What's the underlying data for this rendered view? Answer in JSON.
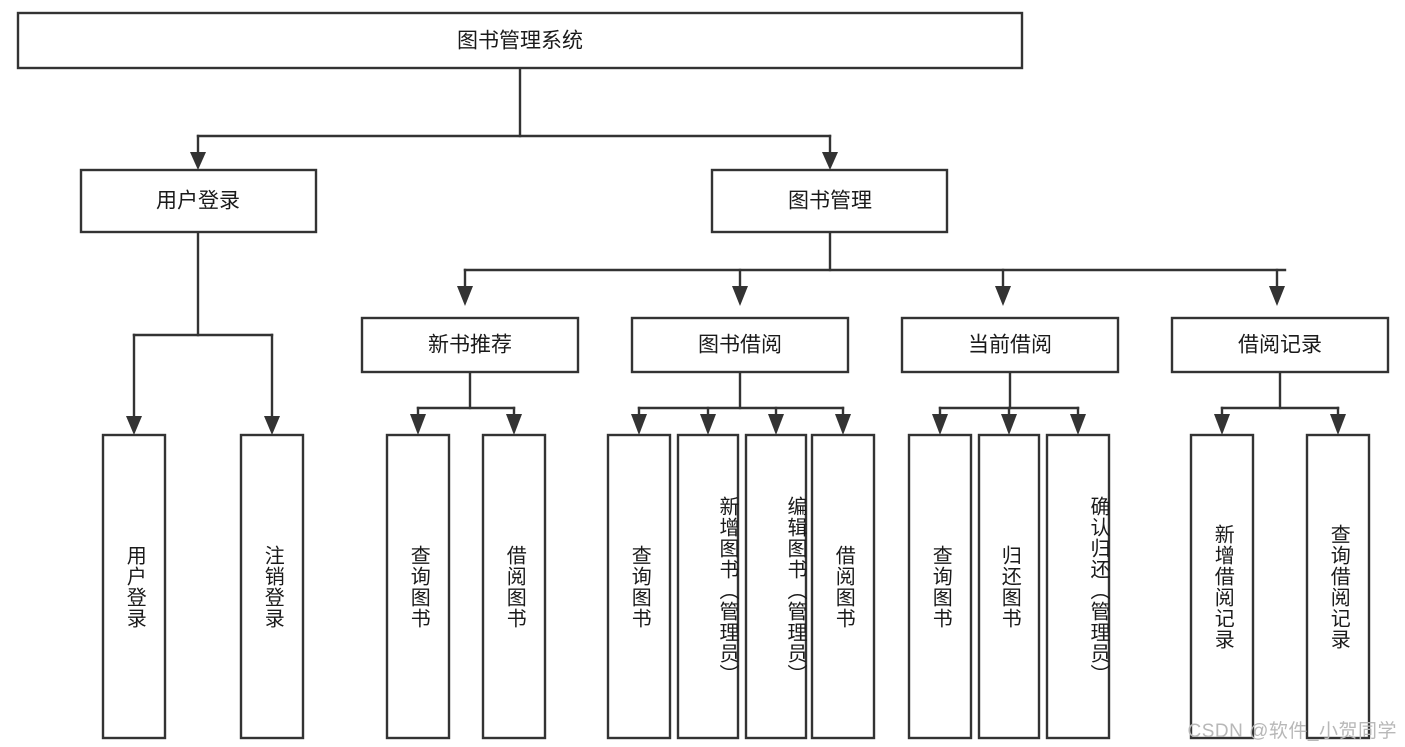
{
  "diagram": {
    "type": "tree-hierarchy",
    "title": "图书管理系统",
    "watermark": "CSDN @软件_小贺同学",
    "colors": {
      "stroke": "#333333",
      "fill": "#ffffff",
      "text": "#1a1a1a",
      "watermark": "#b8b8b8",
      "background": "#ffffff"
    },
    "levels": {
      "root": "图书管理系统",
      "level2": [
        "用户登录",
        "图书管理"
      ],
      "level3": [
        "新书推荐",
        "图书借阅",
        "当前借阅",
        "借阅记录"
      ],
      "level4": [
        "用户登录",
        "注销登录",
        "查询图书",
        "借阅图书",
        "查询图书",
        "新增图书（管理员）",
        "编辑图书（管理员）",
        "借阅图书",
        "查询图书",
        "归还图书",
        "确认归还（管理员）",
        "新增借阅记录",
        "查询借阅记录"
      ]
    },
    "nodes": {
      "root": {
        "id": "root",
        "label": "图书管理系统",
        "level": 1
      },
      "user_login": {
        "id": "user-login",
        "label": "用户登录",
        "level": 2
      },
      "book_manage": {
        "id": "book-manage",
        "label": "图书管理",
        "level": 2
      },
      "new_book_rec": {
        "id": "new-book-recommend",
        "label": "新书推荐",
        "level": 3
      },
      "book_borrow": {
        "id": "book-borrow",
        "label": "图书借阅",
        "level": 3
      },
      "current_borrow": {
        "id": "current-borrow",
        "label": "当前借阅",
        "level": 3
      },
      "borrow_record": {
        "id": "borrow-record",
        "label": "借阅记录",
        "level": 3
      },
      "leaf_1": {
        "id": "leaf-user-login",
        "label": "用户登录",
        "level": 4,
        "parent": "用户登录"
      },
      "leaf_2": {
        "id": "leaf-logout",
        "label": "注销登录",
        "level": 4,
        "parent": "用户登录"
      },
      "leaf_3": {
        "id": "leaf-query-book-rec",
        "label": "查询图书",
        "level": 4,
        "parent": "新书推荐"
      },
      "leaf_4": {
        "id": "leaf-borrow-book-rec",
        "label": "借阅图书",
        "level": 4,
        "parent": "新书推荐"
      },
      "leaf_5": {
        "id": "leaf-query-book-borrow",
        "label": "查询图书",
        "level": 4,
        "parent": "图书借阅"
      },
      "leaf_6": {
        "id": "leaf-add-book-admin",
        "label": "新增图书（管理员）",
        "level": 4,
        "parent": "图书借阅"
      },
      "leaf_7": {
        "id": "leaf-edit-book-admin",
        "label": "编辑图书（管理员）",
        "level": 4,
        "parent": "图书借阅"
      },
      "leaf_8": {
        "id": "leaf-borrow-book",
        "label": "借阅图书",
        "level": 4,
        "parent": "图书借阅"
      },
      "leaf_9": {
        "id": "leaf-query-book-current",
        "label": "查询图书",
        "level": 4,
        "parent": "当前借阅"
      },
      "leaf_10": {
        "id": "leaf-return-book",
        "label": "归还图书",
        "level": 4,
        "parent": "当前借阅"
      },
      "leaf_11": {
        "id": "leaf-confirm-return-admin",
        "label": "确认归还（管理员）",
        "level": 4,
        "parent": "当前借阅"
      },
      "leaf_12": {
        "id": "leaf-add-borrow-record",
        "label": "新增借阅记录",
        "level": 4,
        "parent": "借阅记录"
      },
      "leaf_13": {
        "id": "leaf-query-borrow-record",
        "label": "查询借阅记录",
        "level": 4,
        "parent": "借阅记录"
      }
    }
  }
}
